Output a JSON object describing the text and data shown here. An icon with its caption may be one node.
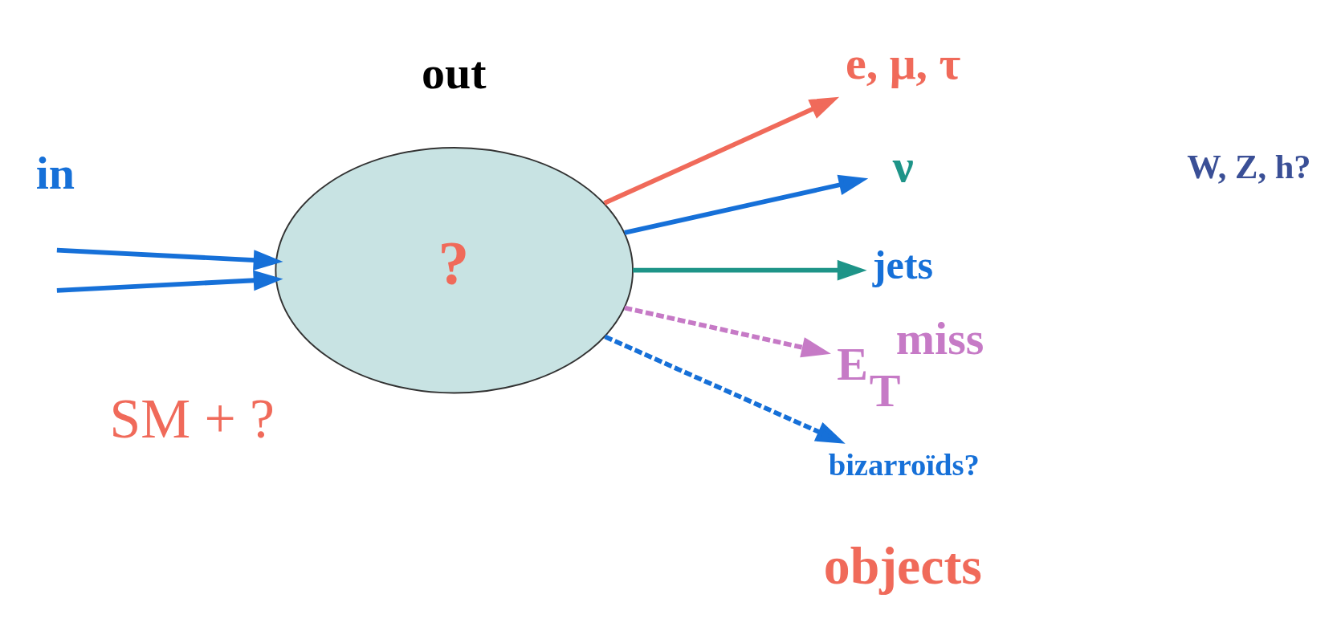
{
  "diagram": {
    "nodes": [
      {
        "text": [
          "?"
        ],
        "beside": [
          "SM + ?"
        ]
      },
      {
        "text": [
          "e, μ, τ"
        ]
      },
      {
        "text": [
          "ν"
        ]
      },
      {
        "text": [
          "jets"
        ]
      },
      {
        "text": [
          "E$_{T}$$^{miss}$"
        ]
      },
      {
        "text": [
          "bizarroïds?"
        ]
      }
    ],
    "edges": [
      {
        "from": null,
        "to": 0,
        "arrow": "to"
      },
      {
        "from": null,
        "to": 0,
        "arrow": "to"
      },
      {
        "from": 0,
        "to": 1,
        "arrow": "to",
        "color": "#f06a5a"
      },
      {
        "from": 0,
        "to": 2,
        "arrow": "to"
      },
      {
        "from": 0,
        "to": 3,
        "arrow": "to",
        "color": "#1e9488"
      },
      {
        "from": 0,
        "to": 4,
        "arrow": "to",
        "style": "dashed",
        "color": "#c67ac6"
      },
      {
        "from": 0,
        "to": 5,
        "arrow": "to",
        "style": "dashed"
      }
    ],
    "labels": [
      "out",
      "in",
      "W, Z, h?",
      "objects"
    ]
  }
}
